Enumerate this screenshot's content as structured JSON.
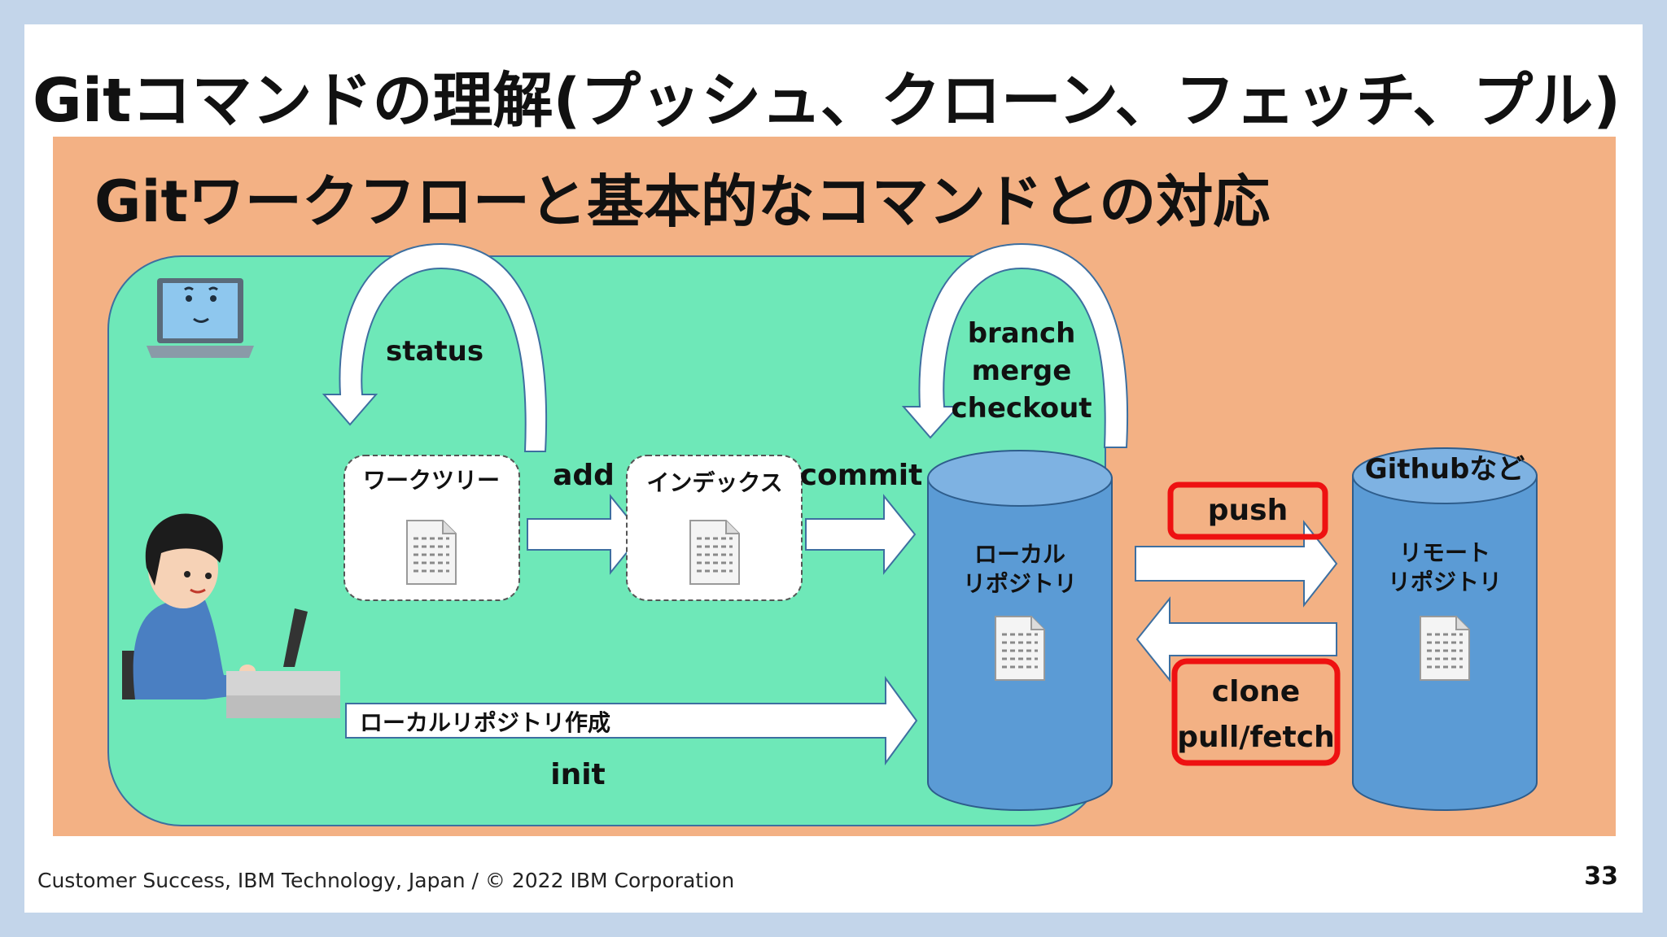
{
  "slide": {
    "title": "Gitコマンドの理解(プッシュ、クローン、フェッチ、プル)",
    "footer": "Customer Success, IBM Technology, Japan / © 2022 IBM Corporation",
    "page_number": "33"
  },
  "diagram": {
    "heading": "Gitワークフローと基本的なコマンドとの対応",
    "colors": {
      "panel": "#f3b184",
      "local_area": "#6ee8b8",
      "cylinder": "#5b9bd5",
      "highlight": "#ee1111"
    },
    "status_label": "status",
    "branch_labels": [
      "branch",
      "merge",
      "checkout"
    ],
    "working_tree_label": "ワークツリー",
    "add_label": "add",
    "index_label": "インデックス",
    "commit_label": "commit",
    "local_repo_label": [
      "ローカル",
      "リポジトリ"
    ],
    "create_local_repo_label": "ローカルリポジトリ作成",
    "init_label": "init",
    "push_label": "push",
    "clone_label": "clone",
    "pull_fetch_label": "pull/fetch",
    "remote_host_label": "Githubなど",
    "remote_repo_label": [
      "リモート",
      "リポジトリ"
    ],
    "icons": [
      "laptop-icon",
      "person-at-laptop-illustration",
      "document-icon"
    ]
  }
}
